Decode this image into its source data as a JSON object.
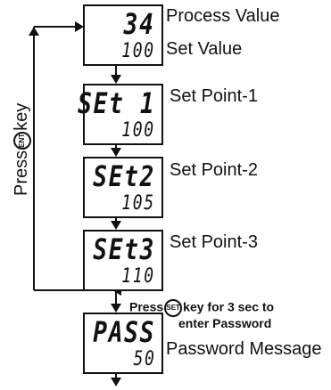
{
  "screens": [
    {
      "top": "34",
      "bottom": "100",
      "label_top": "Process Value",
      "label_bottom": "Set Value"
    },
    {
      "top": "SEt 1",
      "bottom": "100",
      "label": "Set Point-1"
    },
    {
      "top": "SEt2",
      "bottom": "105",
      "label": "Set Point-2"
    },
    {
      "top": "SEt3",
      "bottom": "110",
      "label": "Set Point-3"
    },
    {
      "top": "PASS",
      "bottom": "50",
      "label": "Password Message"
    }
  ],
  "loop_label": {
    "prefix": "Press",
    "key": "ENT",
    "suffix": "key"
  },
  "password_note": {
    "prefix": "Press",
    "key": "SET",
    "line1_suffix": "key for 3 sec to",
    "line2": "enter Password"
  }
}
